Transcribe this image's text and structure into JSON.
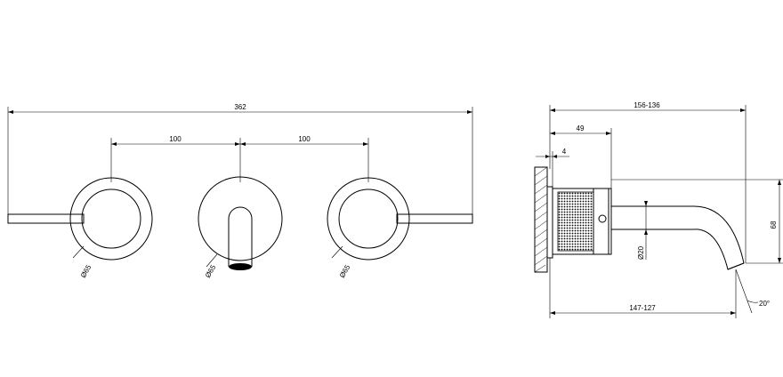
{
  "front_view": {
    "overall_width": "362",
    "spacing_left": "100",
    "spacing_right": "100",
    "diameter_left": "Ø65",
    "diameter_center": "Ø65",
    "diameter_right": "Ø65"
  },
  "side_view": {
    "projection": "156-136",
    "body_depth": "49",
    "plate_thickness": "4",
    "height": "68",
    "spout_diameter": "Ø20",
    "spout_reach": "147-127",
    "spout_angle": "20°"
  }
}
